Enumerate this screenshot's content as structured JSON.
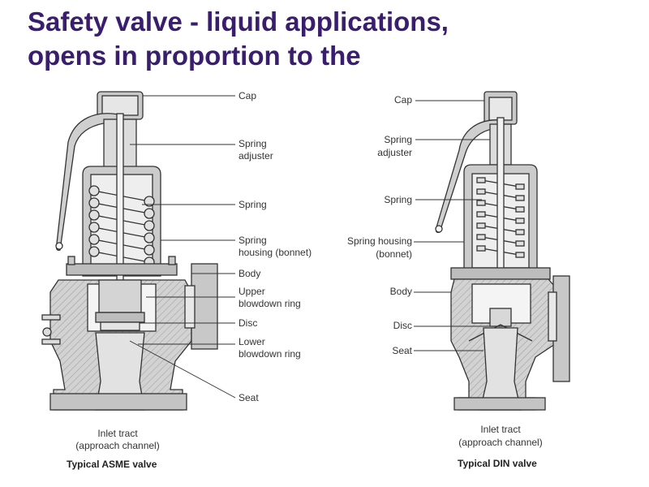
{
  "title": {
    "line1": "Safety valve - liquid applications,",
    "line2": "opens in proportion to the"
  },
  "asme": {
    "labels": {
      "cap": "Cap",
      "spring_adjuster_1": "Spring",
      "spring_adjuster_2": "adjuster",
      "spring": "Spring",
      "spring_housing_1": "Spring",
      "spring_housing_2": "housing (bonnet)",
      "body": "Body",
      "upper_ring_1": "Upper",
      "upper_ring_2": "blowdown ring",
      "disc": "Disc",
      "lower_ring_1": "Lower",
      "lower_ring_2": "blowdown ring",
      "seat": "Seat",
      "inlet_1": "Inlet tract",
      "inlet_2": "(approach channel)"
    },
    "caption": "Typical ASME valve"
  },
  "din": {
    "labels": {
      "cap": "Cap",
      "spring_adjuster_1": "Spring",
      "spring_adjuster_2": "adjuster",
      "spring": "Spring",
      "spring_housing_1": "Spring housing",
      "spring_housing_2": "(bonnet)",
      "body": "Body",
      "disc": "Disc",
      "seat": "Seat",
      "inlet_1": "Inlet tract",
      "inlet_2": "(approach channel)"
    },
    "caption": "Typical DIN valve"
  },
  "colors": {
    "title": "#3a1e6e",
    "metal": "#c8c8c8",
    "outline": "#333333"
  }
}
